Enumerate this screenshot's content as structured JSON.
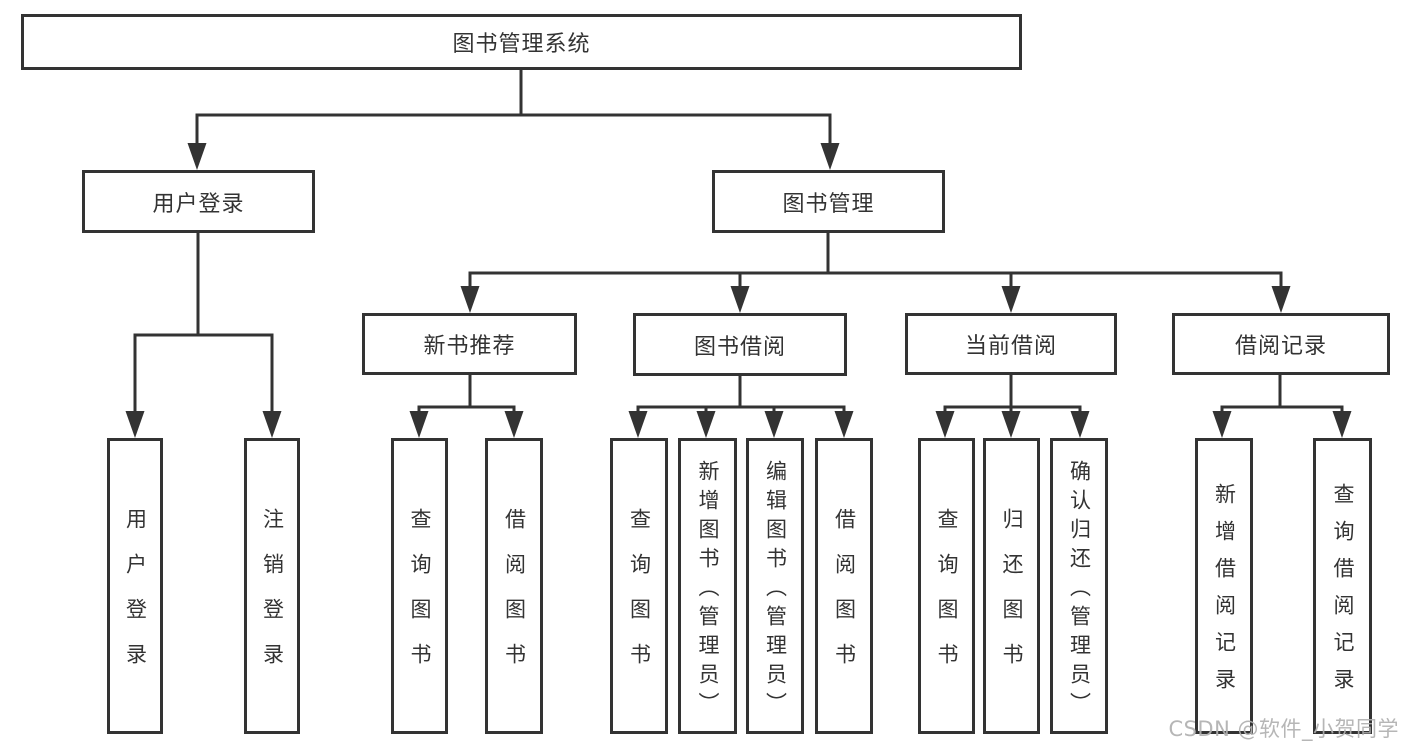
{
  "tree": {
    "root": {
      "label": "图书管理系统"
    },
    "level2": [
      {
        "label": "用户登录"
      },
      {
        "label": "图书管理"
      }
    ],
    "level3": [
      {
        "label": "新书推荐"
      },
      {
        "label": "图书借阅"
      },
      {
        "label": "当前借阅"
      },
      {
        "label": "借阅记录"
      }
    ],
    "leaves": [
      "用户登录",
      "注销登录",
      "查询图书",
      "借阅图书",
      "查询图书",
      "新增图书（管理员）",
      "编辑图书（管理员）",
      "借阅图书",
      "查询图书",
      "归还图书",
      "确认归还（管理员）",
      "新增借阅记录",
      "查询借阅记录"
    ]
  },
  "watermark": {
    "text": "CSDN @软件_小贺同学"
  },
  "colors": {
    "line": "#333333",
    "box_border": "#333333",
    "text": "#333333",
    "watermark": "#b0b0b0",
    "background": "#ffffff"
  }
}
